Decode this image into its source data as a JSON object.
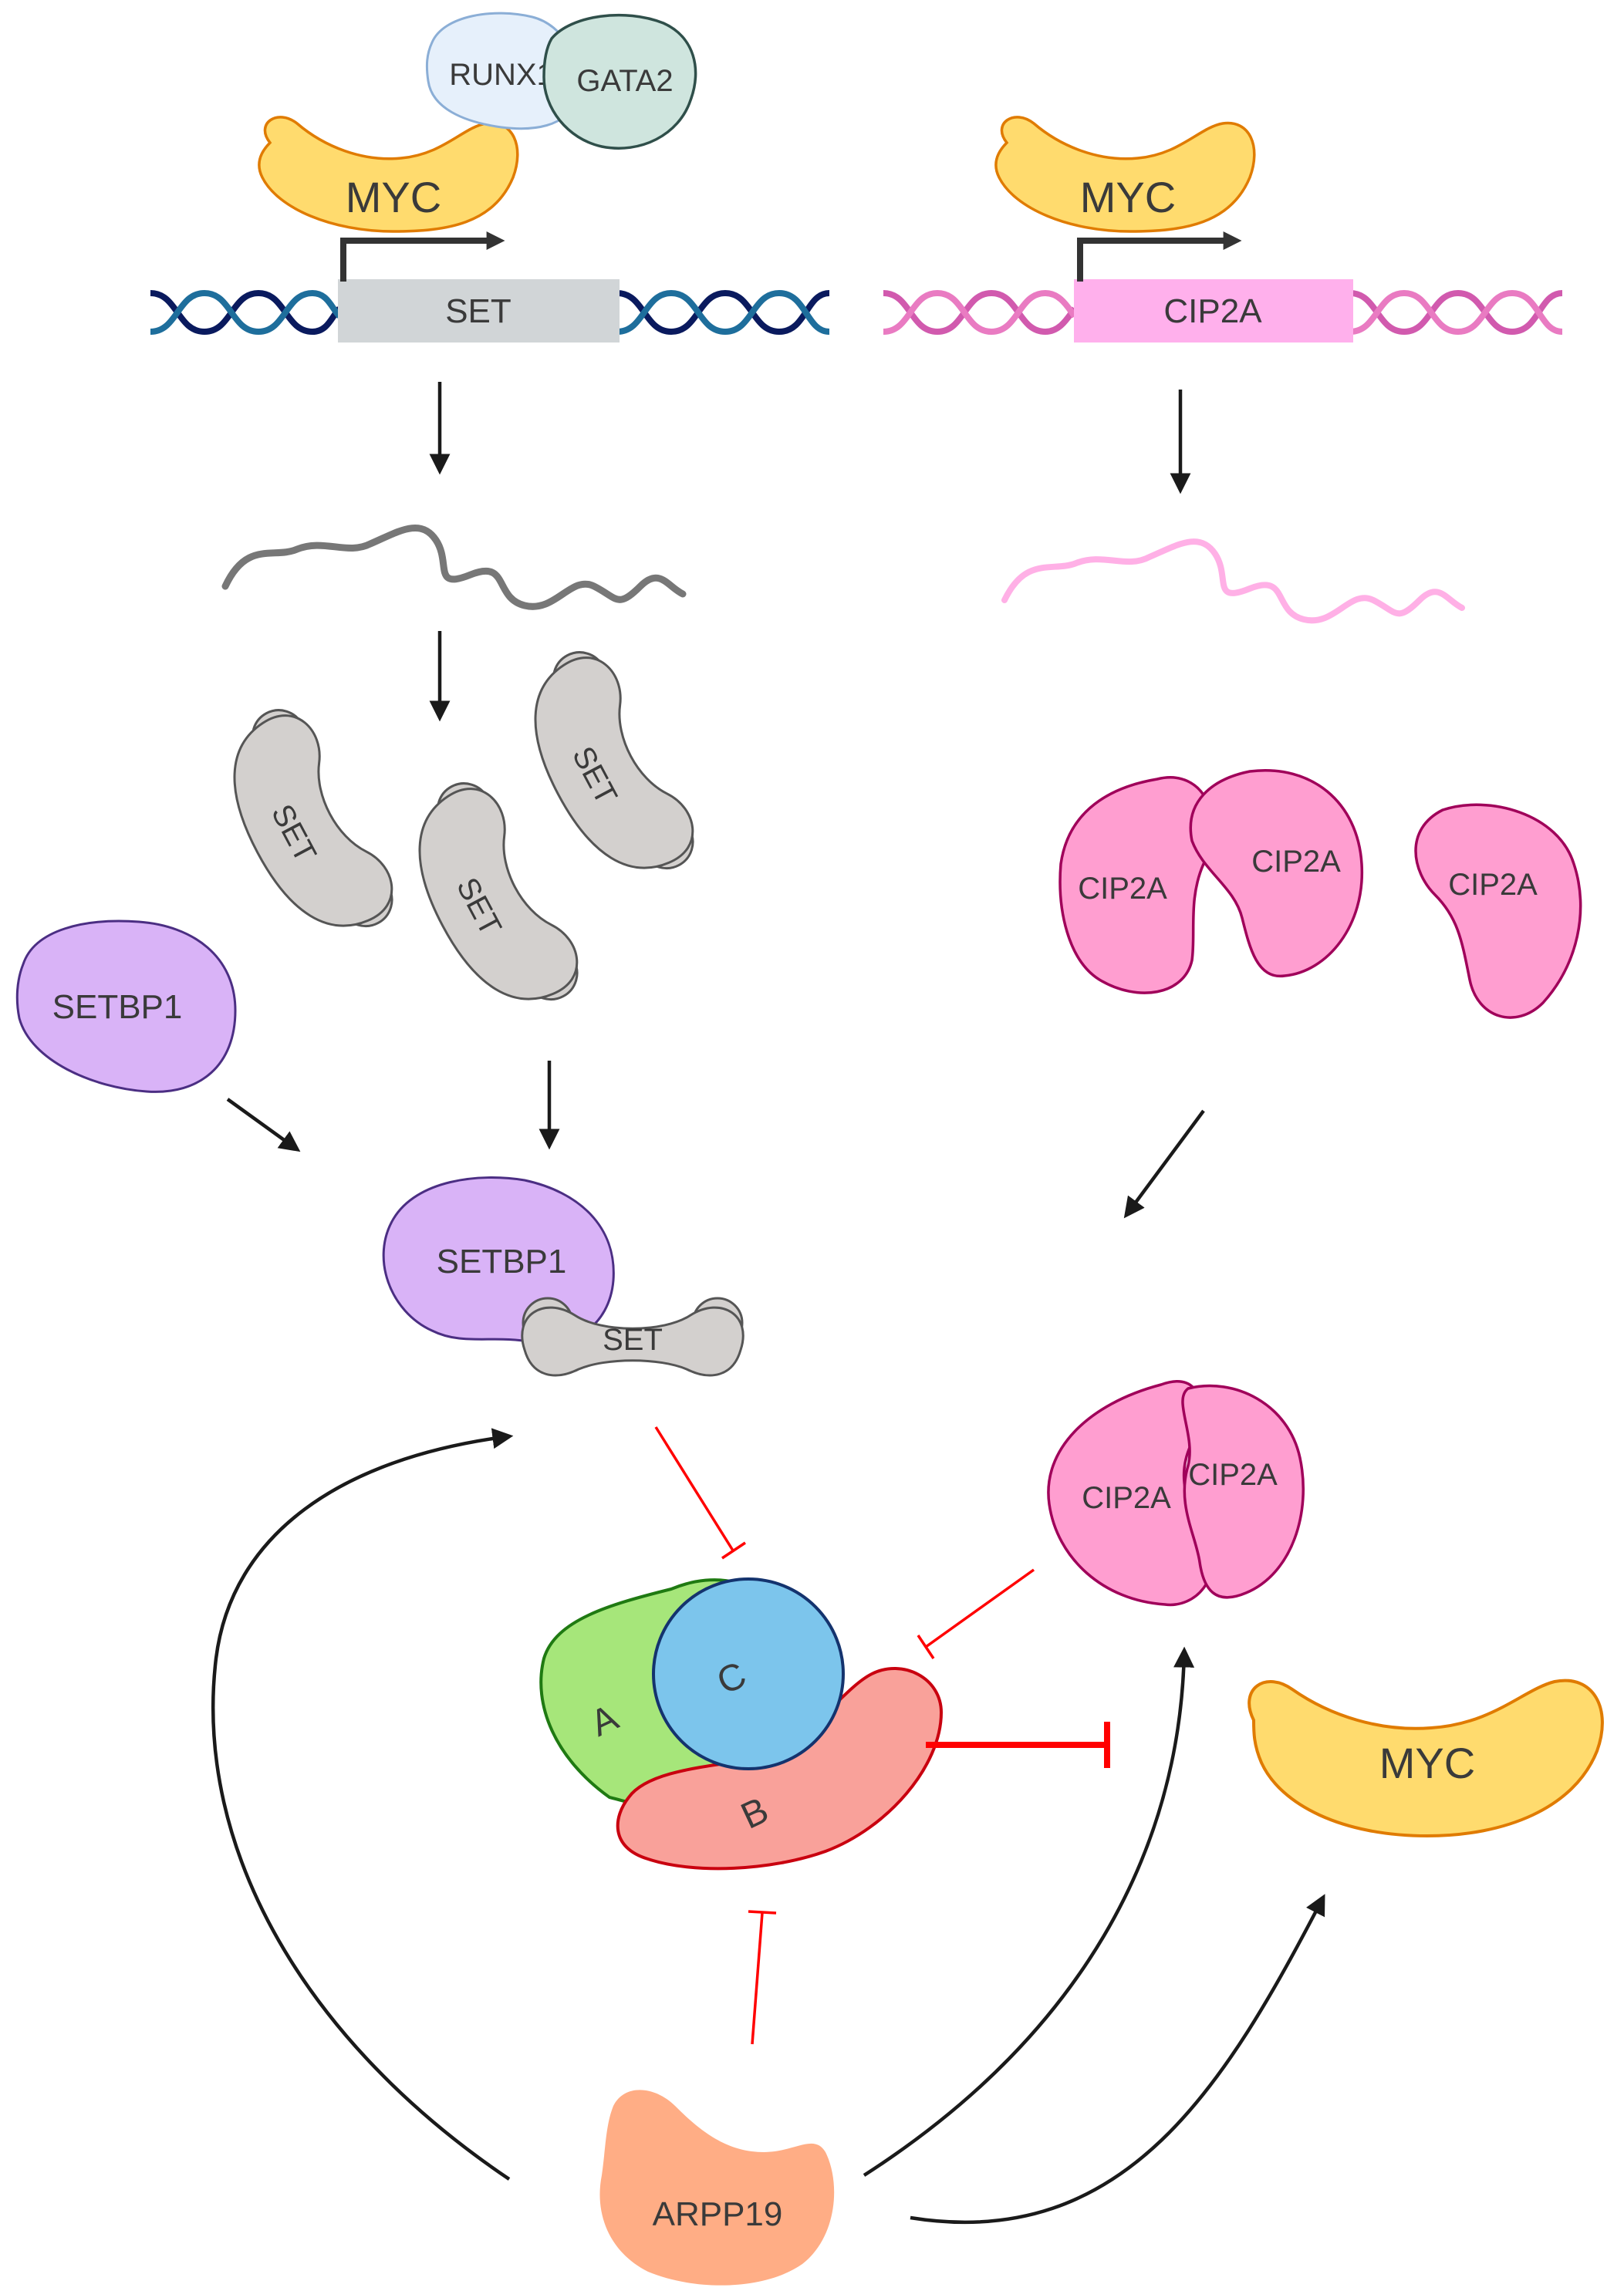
{
  "genes": {
    "left": {
      "activator": "MYC",
      "cofactor_1": "RUNX1",
      "cofactor_2": "GATA2",
      "gene_label": "SET"
    },
    "right": {
      "activator": "MYC",
      "gene_label": "CIP2A"
    }
  },
  "proteins": {
    "set_monomers": [
      "SET",
      "SET",
      "SET"
    ],
    "cip2a_monomers": [
      "CIP2A",
      "CIP2A",
      "CIP2A"
    ],
    "setbp1_free": "SETBP1",
    "complex": {
      "setbp1": "SETBP1",
      "set": "SET"
    },
    "cip2a_dimer": [
      "CIP2A",
      "CIP2A"
    ],
    "myc_output": "MYC",
    "arpp19": "ARPP19"
  },
  "pp2a": {
    "subunit_a": "A",
    "subunit_b": "B",
    "subunit_c": "C"
  },
  "colors": {
    "myc_fill": "#FFDB6E",
    "myc_stroke": "#E07B00",
    "set_fill": "#D3D0CE",
    "set_stroke": "#555555",
    "cip2a_fill": "#FF9ED0",
    "cip2a_stroke": "#A0005A",
    "setbp1_fill": "#D9B3F7",
    "setbp1_stroke": "#4B2E83",
    "pp2a_a": "#A6E67A",
    "pp2a_b": "#F9A19A",
    "pp2a_c": "#7CC5EC",
    "arpp19_fill": "#FFAD85",
    "inhibition": "#FF0000",
    "activation": "#1A1A1A"
  }
}
